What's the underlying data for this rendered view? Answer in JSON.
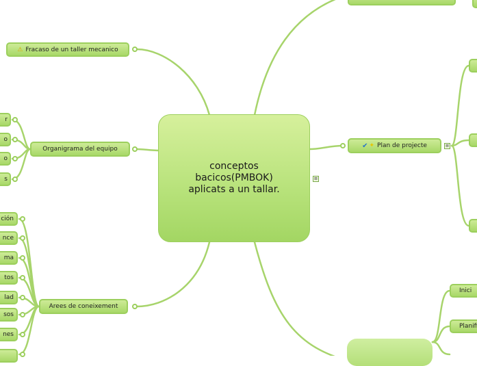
{
  "central": {
    "title": "conceptos bacicos(PMBOK) aplicats a un tallar."
  },
  "topics": {
    "fracaso": {
      "label": "Fracaso de un taller mecanico",
      "icon": "warning-icon"
    },
    "organigrama": {
      "label": "Organigrama del equipo"
    },
    "arees": {
      "label": "Arees de coneixement"
    },
    "plan": {
      "label": "Plan de projecte",
      "icons": [
        "check-icon",
        "lightbulb-icon"
      ]
    },
    "inici": {
      "label": "Inici"
    },
    "planif": {
      "label": "Planifi"
    }
  },
  "organigrama_children": [
    "r",
    "o",
    "o",
    "s"
  ],
  "arees_children": [
    "ción",
    "nce",
    "ma",
    "tos",
    "lad",
    "sos",
    "nes"
  ],
  "colors": {
    "node_fill": "#b7e27a",
    "line": "#a7d46b",
    "border": "#9ccf5d"
  }
}
